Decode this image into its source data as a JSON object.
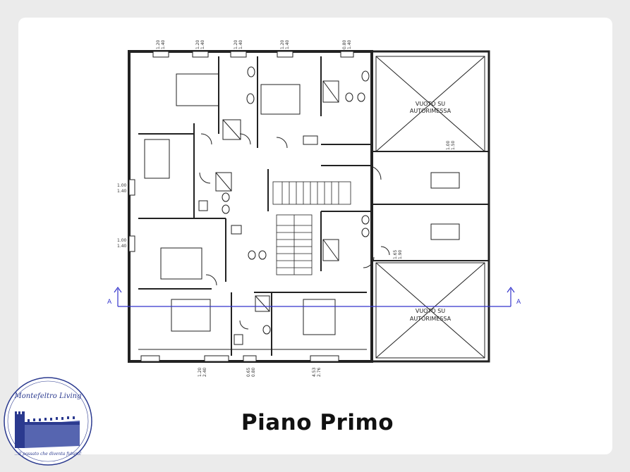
{
  "slide": {
    "title": "Piano Primo",
    "background_color": "#ebebeb",
    "card_color": "#ffffff"
  },
  "plan": {
    "void_label_line1": "VUOTO SU",
    "void_label_line2": "AUTORIMESSA",
    "section_marker": "A",
    "section_line_color": "#3333cc",
    "dimensions": {
      "top_1": [
        "1.20",
        "1.40"
      ],
      "top_2": [
        "1.20",
        "1.40"
      ],
      "top_3": [
        "1.20",
        "1.40"
      ],
      "top_4": [
        "1.20",
        "1.40"
      ],
      "top_5": [
        "0.80",
        "1.40"
      ],
      "left_1": [
        "1.00",
        "1.40"
      ],
      "left_2": [
        "1.00",
        "1.40"
      ],
      "right_1": [
        "1.00",
        "1.50"
      ],
      "right_2": [
        "1.65",
        "1.90"
      ],
      "bottom_1": [
        "1.20",
        "2.40"
      ],
      "bottom_2": [
        "0.65",
        "0.80"
      ],
      "bottom_3": [
        "4.53",
        "2.76"
      ]
    }
  },
  "logo": {
    "brand": "Montefeltro Living",
    "tagline": "...il passato che diventa futuro!",
    "color": "#2b3a8f"
  }
}
